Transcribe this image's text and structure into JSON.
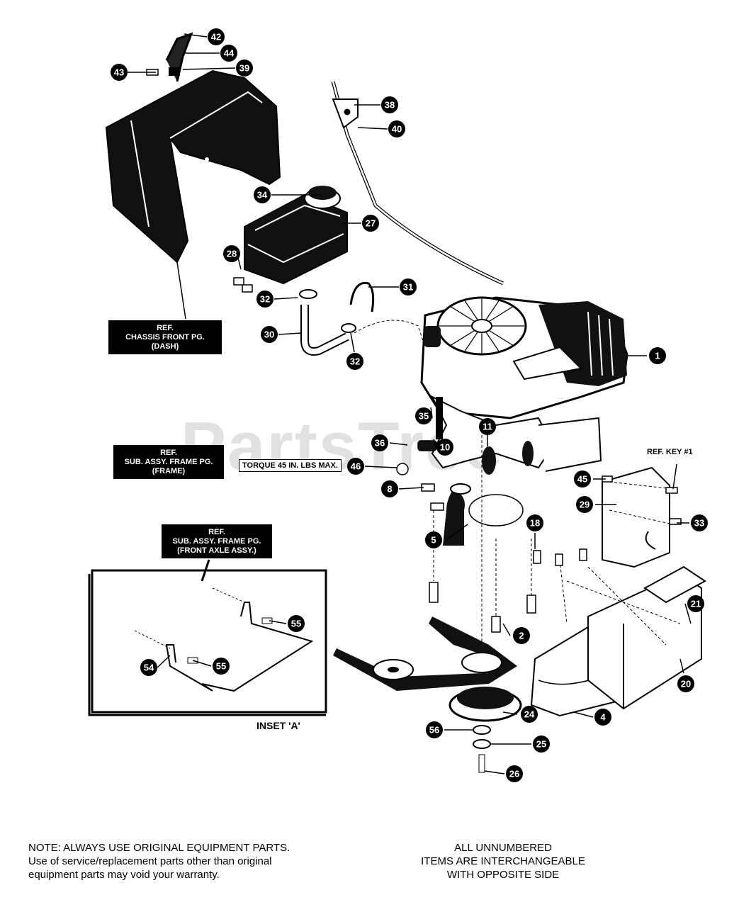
{
  "watermark": "PartsTree",
  "callouts": {
    "c1": "1",
    "c2": "2",
    "c4": "4",
    "c5": "5",
    "c8": "8",
    "c10": "10",
    "c11": "11",
    "c18": "18",
    "c20": "20",
    "c21": "21",
    "c24": "24",
    "c25": "25",
    "c26": "26",
    "c27": "27",
    "c28": "28",
    "c29": "29",
    "c30": "30",
    "c31": "31",
    "c32a": "32",
    "c32b": "32",
    "c33": "33",
    "c34": "34",
    "c35": "35",
    "c36": "36",
    "c38": "38",
    "c39": "39",
    "c40": "40",
    "c42": "42",
    "c43": "43",
    "c44": "44",
    "c45": "45",
    "c46": "46",
    "c54": "54",
    "c55a": "55",
    "c55b": "55",
    "c56": "56"
  },
  "refs": {
    "chassis": {
      "l1": "REF.",
      "l2": "CHASSIS FRONT PG.",
      "l3": "(DASH)"
    },
    "frame": {
      "l1": "REF.",
      "l2": "SUB. ASSY. FRAME PG.",
      "l3": "(FRAME)"
    },
    "axle": {
      "l1": "REF.",
      "l2": "SUB. ASSY. FRAME PG.",
      "l3": "(FRONT AXLE ASSY.)"
    }
  },
  "ref_key": "REF. KEY #1",
  "torque": "TORQUE 45 IN. LBS MAX.",
  "inset_label": "INSET 'A'",
  "notes": {
    "left": {
      "l1": "NOTE: ALWAYS USE ORIGINAL EQUIPMENT PARTS.",
      "l2": "Use of service/replacement parts other than original",
      "l3": "equipment parts may void your warranty."
    },
    "right": {
      "l1": "ALL UNNUMBERED",
      "l2": "ITEMS ARE INTERCHANGEABLE",
      "l3": "WITH OPPOSITE SIDE"
    }
  }
}
